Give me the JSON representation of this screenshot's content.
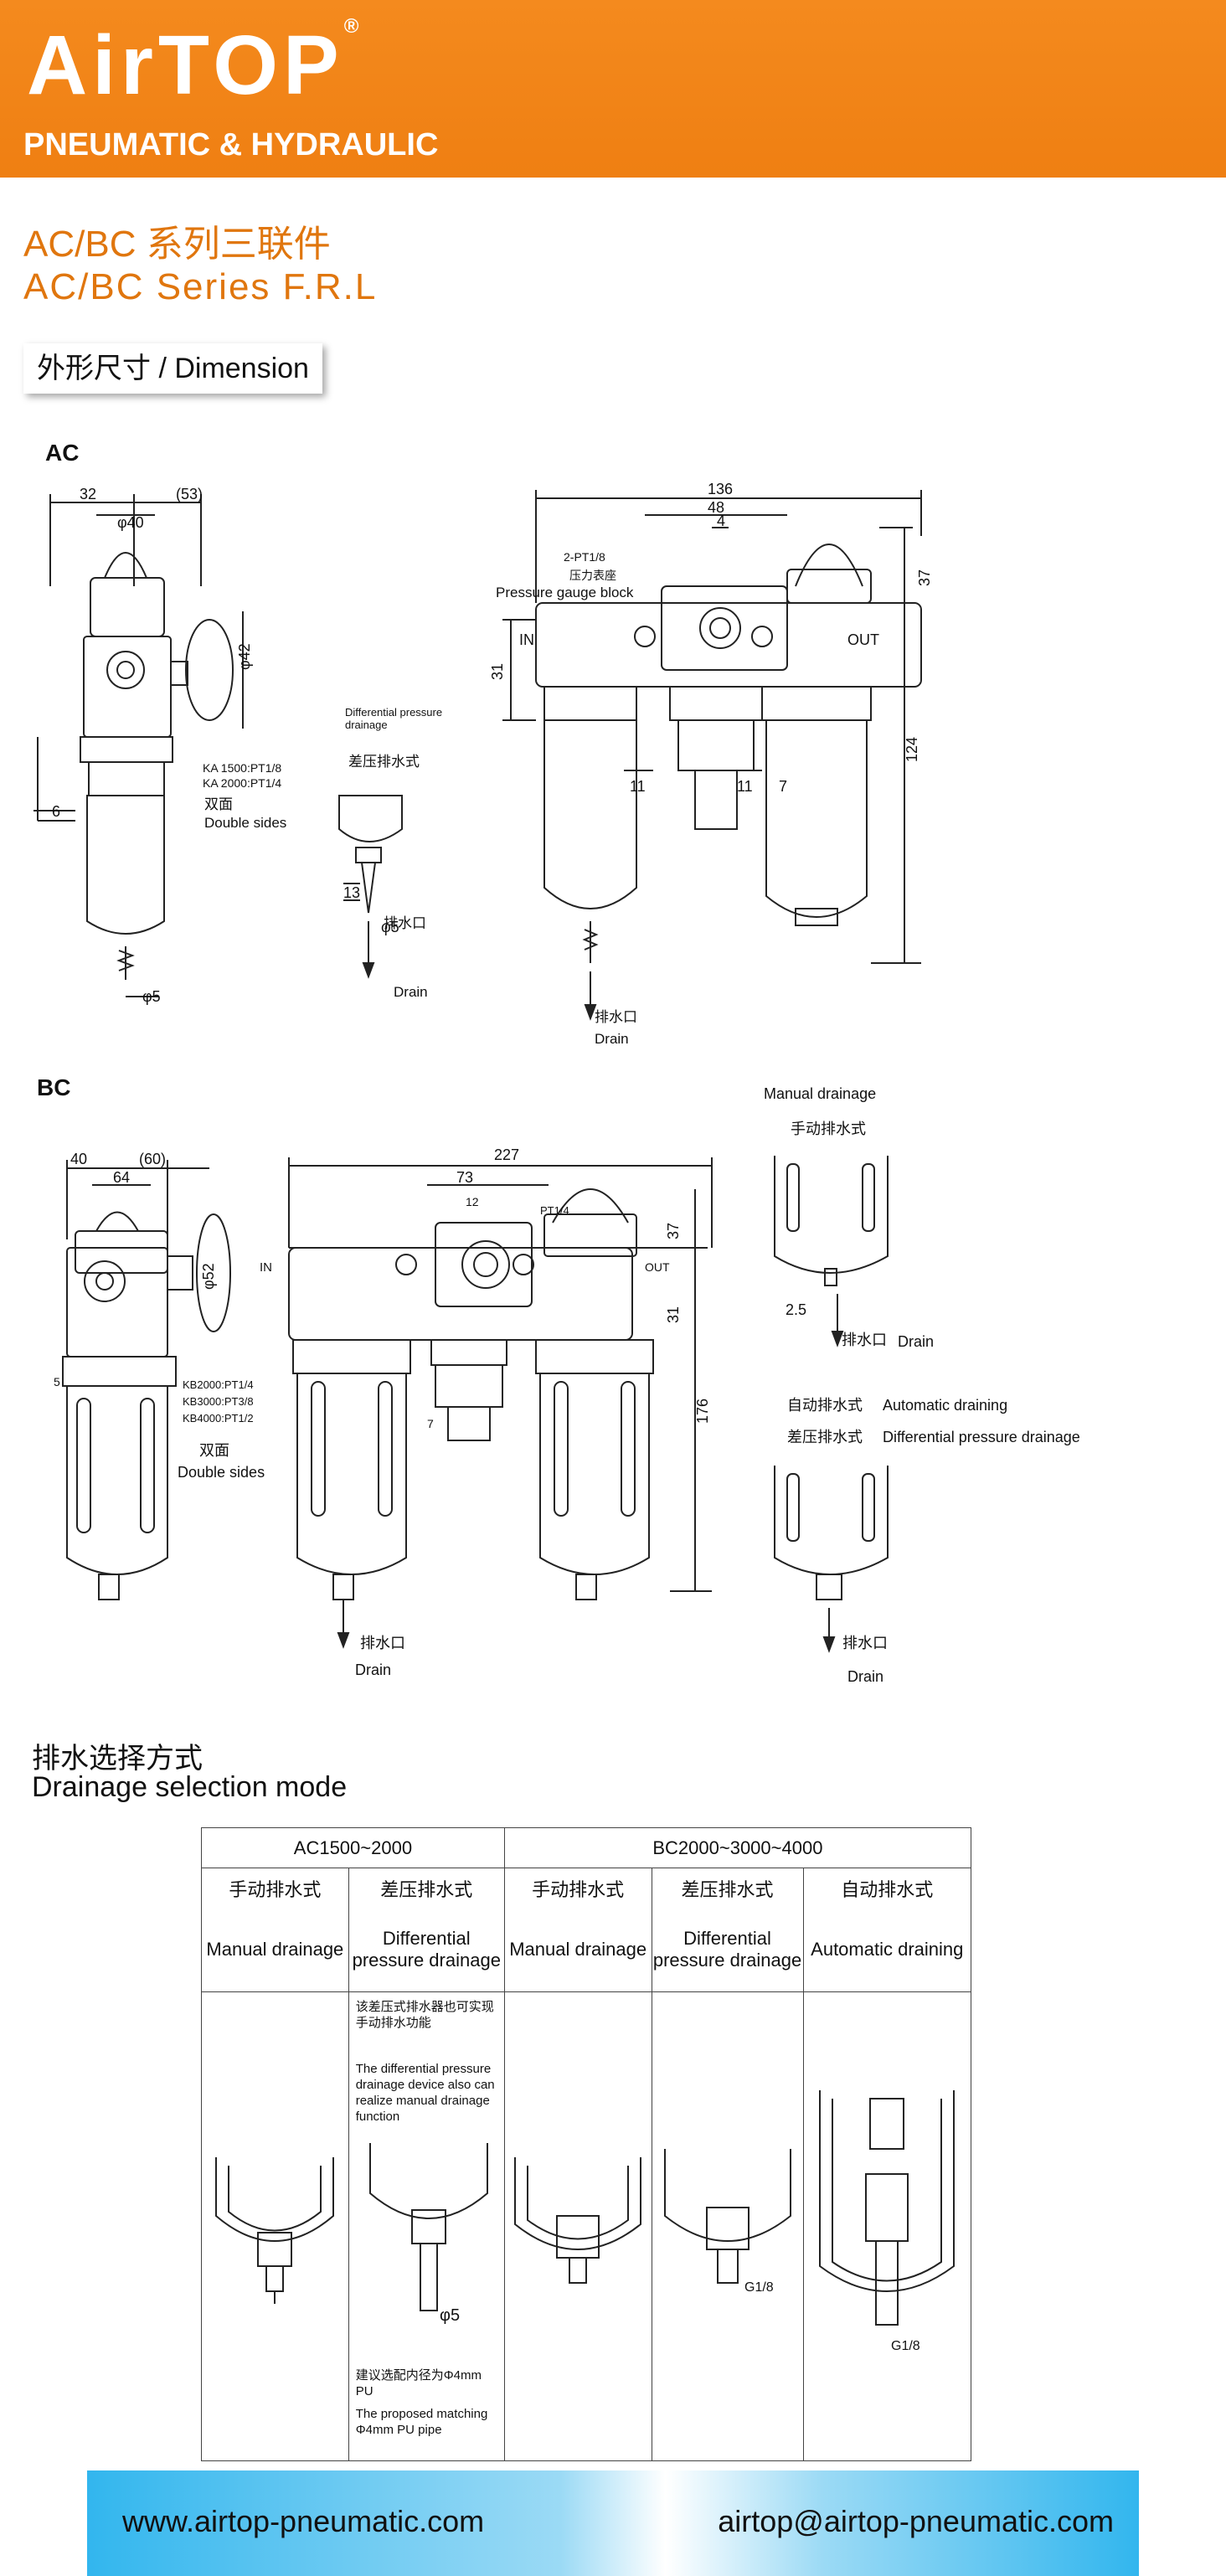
{
  "header": {
    "brand": "AirTOP",
    "registered": "®",
    "tagline": "PNEUMATIC & HYDRAULIC"
  },
  "title": {
    "cn": "AC/BC 系列三联件",
    "en": "AC/BC Series F.R.L"
  },
  "dimension_tab": "外形尺寸 / Dimension",
  "ac_section": {
    "label": "AC",
    "dims": {
      "d32": "32",
      "d53": "(53)",
      "phi40": "φ40",
      "phi42": "φ42",
      "d6": "6",
      "phi5": "φ5",
      "d136": "136",
      "d48": "48",
      "d4": "4",
      "d37": "37",
      "d31": "31",
      "d124": "124",
      "d11a": "11",
      "d11b": "11",
      "d7": "7",
      "d13": "13",
      "phi5b": "φ5"
    },
    "notes": {
      "ka1500": "KA 1500:PT1/8",
      "ka2000": "KA 2000:PT1/4",
      "double_cn": "双面",
      "double_en": "Double sides",
      "diff_en": "Differential pressure drainage",
      "diff_cn": "差压排水式",
      "drain_cn": "排水口",
      "drain_en": "Drain",
      "pt18": "2-PT1/8",
      "gauge_cn": "压力表座",
      "gauge_en": "Pressure gauge block",
      "in": "IN",
      "out": "OUT"
    }
  },
  "bc_section": {
    "label": "BC",
    "dims": {
      "d40": "40",
      "d60": "(60)",
      "d64": "64",
      "phi52": "φ52",
      "d5": "5",
      "d227": "227",
      "d73": "73",
      "d12": "12",
      "d37": "37",
      "d31": "31",
      "d176": "176",
      "d7": "7",
      "d25": "2.5"
    },
    "notes": {
      "kb2000": "KB2000:PT1/4",
      "kb3000": "KB3000:PT3/8",
      "kb4000": "KB4000:PT1/2",
      "double_cn": "双面",
      "double_en": "Double sides",
      "pt14": "PT1/4",
      "in": "IN",
      "out": "OUT",
      "manual_en": "Manual drainage",
      "manual_cn": "手动排水式",
      "auto_cn": "自动排水式",
      "auto_en": "Automatic draining",
      "diff_cn": "差压排水式",
      "diff_en": "Differential pressure drainage",
      "drain_cn": "排水口",
      "drain_en": "Drain"
    }
  },
  "drain_mode": {
    "title_cn": "排水选择方式",
    "title_en": "Drainage selection mode",
    "group_ac": "AC1500~2000",
    "group_bc": "BC2000~3000~4000",
    "cols": [
      {
        "cn": "手动排水式",
        "en": "Manual drainage"
      },
      {
        "cn": "差压排水式",
        "en": "Differential pressure drainage"
      },
      {
        "cn": "手动排水式",
        "en": "Manual drainage"
      },
      {
        "cn": "差压排水式",
        "en": "Differential pressure drainage"
      },
      {
        "cn": "自动排水式",
        "en": "Automatic draining"
      }
    ],
    "note_cn1": "该差压式排水器也可实现手动排水功能",
    "note_en1": "The differential pressure drainage device also can realize manual drainage function",
    "note_cn2": "建议选配内径为Φ4mm PU",
    "note_en2": "The proposed matching Φ4mm PU pipe",
    "phi5": "φ5",
    "g18a": "G1/8",
    "g18b": "G1/8"
  },
  "footer": {
    "website": "www.airtop-pneumatic.com",
    "email": "airtop@airtop-pneumatic.com"
  }
}
